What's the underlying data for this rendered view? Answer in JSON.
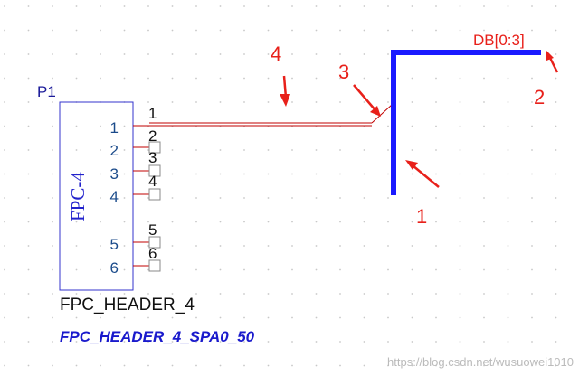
{
  "component": {
    "designator": "P1",
    "body_label": "FPC-4",
    "comment": "FPC_HEADER_4",
    "footprint": "FPC_HEADER_4_SPA0_50",
    "pins": [
      {
        "number": "1",
        "net_label": "1"
      },
      {
        "number": "2",
        "net_label": "2"
      },
      {
        "number": "3",
        "net_label": "3"
      },
      {
        "number": "4",
        "net_label": "4"
      },
      {
        "number": "5",
        "net_label": "5"
      },
      {
        "number": "6",
        "net_label": "6"
      }
    ]
  },
  "bus": {
    "net_name": "DB[0:3]"
  },
  "annotations": [
    {
      "text": "1"
    },
    {
      "text": "2"
    },
    {
      "text": "3"
    },
    {
      "text": "4"
    }
  ],
  "watermark": "https://blog.csdn.net/wusuowei1010",
  "colors": {
    "background": "#ffffff",
    "grid_dot": "#c8c8c8",
    "component_body": "#3333cc",
    "pin_number": "#1a4a8a",
    "wire": "#c00000",
    "bus": "#1a1aff",
    "annotation": "#e8201a",
    "footprint_text": "#1a1acc"
  }
}
